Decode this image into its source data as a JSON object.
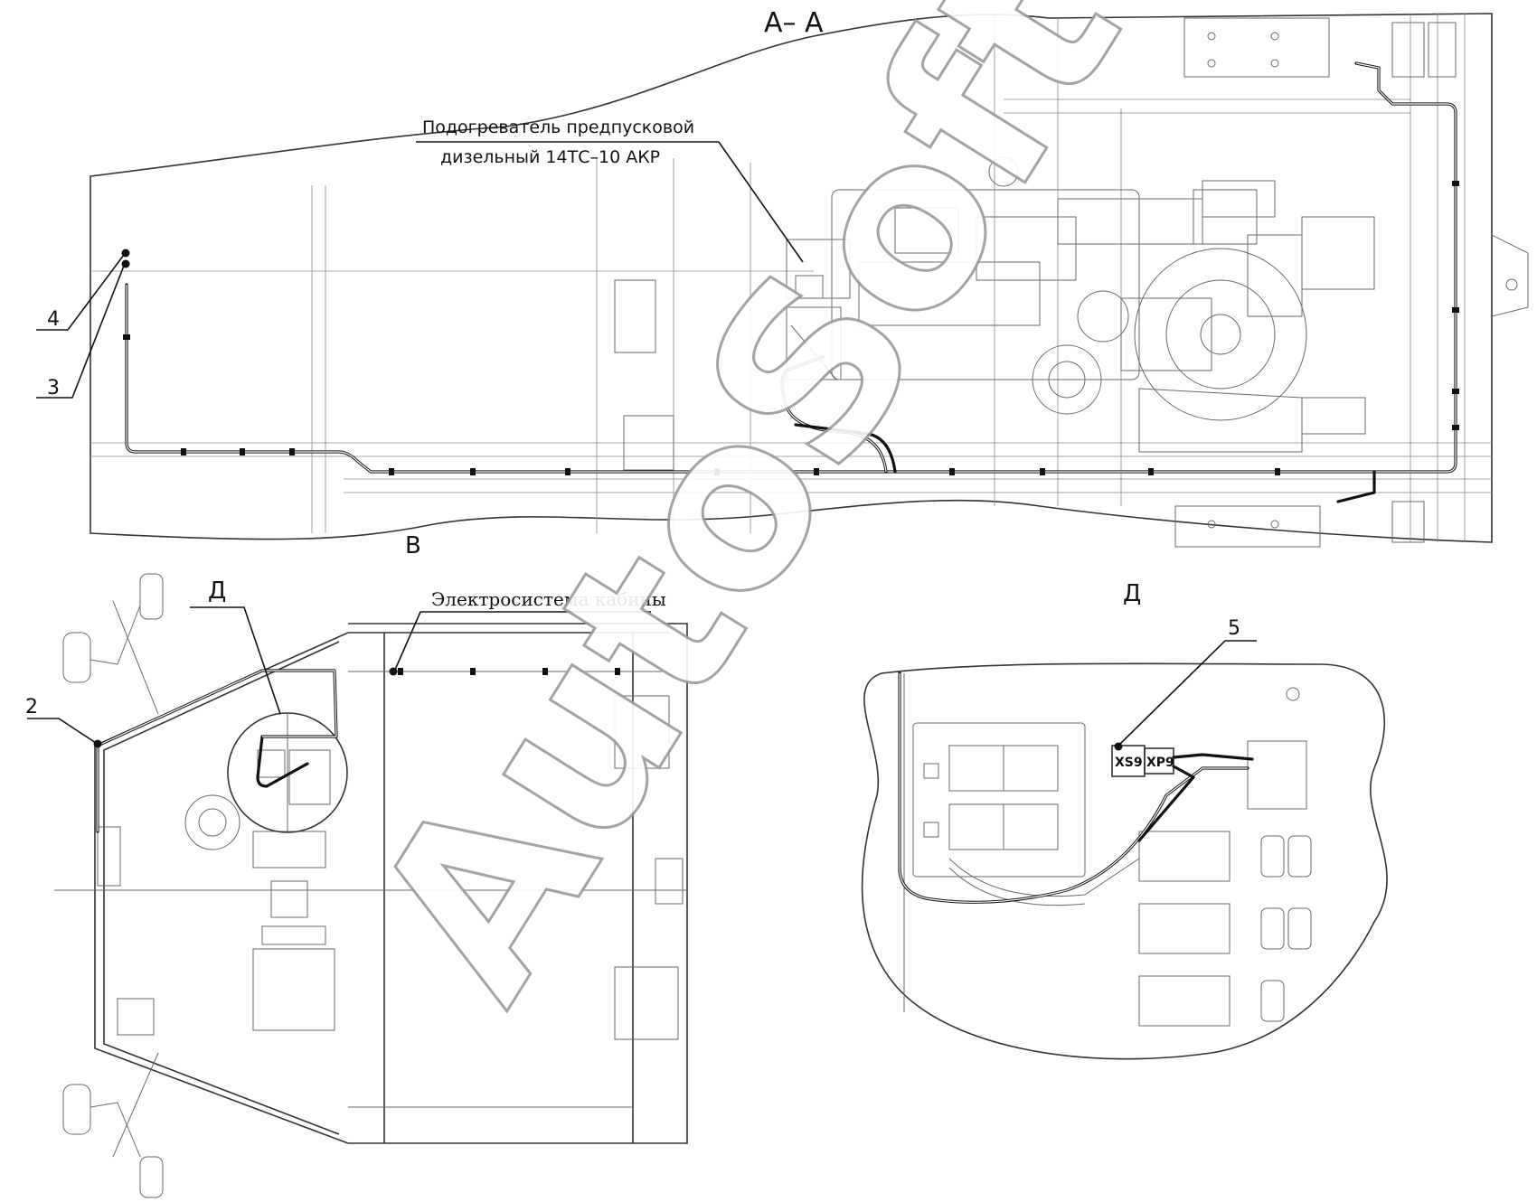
{
  "section_title": "A– A",
  "heater_label_line1": "Подогреватель предпусковой",
  "heater_label_line2": "дизельный 14ТС–10 АКР",
  "view_b_label": "В",
  "cab_system_label": "Электросистема кабины",
  "detail_label_left": "Д",
  "detail_label_right": "Д",
  "callouts": [
    "4",
    "3",
    "2",
    "5"
  ],
  "connector_left": "XS9",
  "connector_right": "XP9",
  "watermark": "AutoSoft"
}
